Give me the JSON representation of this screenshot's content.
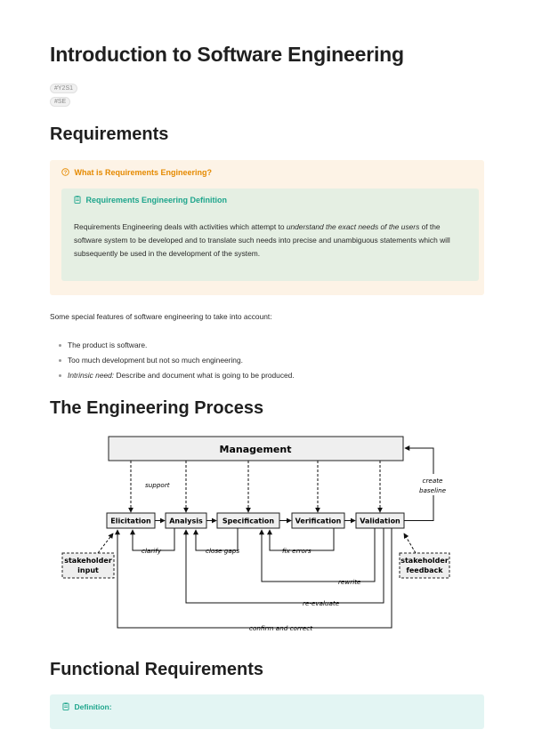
{
  "title": "Introduction to Software Engineering",
  "tags": [
    "#Y2S1",
    "#SE"
  ],
  "sections": {
    "requirements": "Requirements",
    "engineering_process": "The Engineering Process",
    "functional_requirements": "Functional Requirements"
  },
  "question_callout": {
    "title": "What is Requirements Engineering?",
    "icon": "question-circle-icon",
    "definition": {
      "icon": "clipboard-icon",
      "title": "Requirements Engineering Definition",
      "body_1": "Requirements Engineering deals with activities which attempt to ",
      "body_em": "understand the exact needs of the users",
      "body_2": " of the software system to be developed and to translate such needs into precise and unambiguous statements which will subsequently be used in the development of the system."
    }
  },
  "features_intro": "Some special features of software engineering to take into account:",
  "features": [
    {
      "text": "The product is software."
    },
    {
      "text": "Too much development but not so much engineering."
    },
    {
      "em": "Intrinsic need:",
      "text": " Describe and document what is going to be produced."
    }
  ],
  "diagram": {
    "management": "Management",
    "stages": [
      "Elicitation",
      "Analysis",
      "Specification",
      "Verification",
      "Validation"
    ],
    "support": "support",
    "create_baseline": [
      "create",
      "baseline"
    ],
    "clarify": "clarify",
    "close_gaps": "close gaps",
    "fix_errors": "fix errors",
    "rewrite": "rewrite",
    "re_evaluate": "re-evaluate",
    "confirm_and_correct": "confirm and correct",
    "stakeholder_input": [
      "stakeholder",
      "input"
    ],
    "stakeholder_feedback": [
      "stakeholder",
      "feedback"
    ]
  },
  "functional_callout": {
    "icon": "clipboard-icon",
    "title": "Definition:"
  },
  "colors": {
    "question_accent": "#e58a00",
    "definition_accent": "#1ea58c",
    "question_bg": "#fdf3e6",
    "definition_bg": "#e5efe3",
    "functional_bg": "#e3f5f3"
  }
}
